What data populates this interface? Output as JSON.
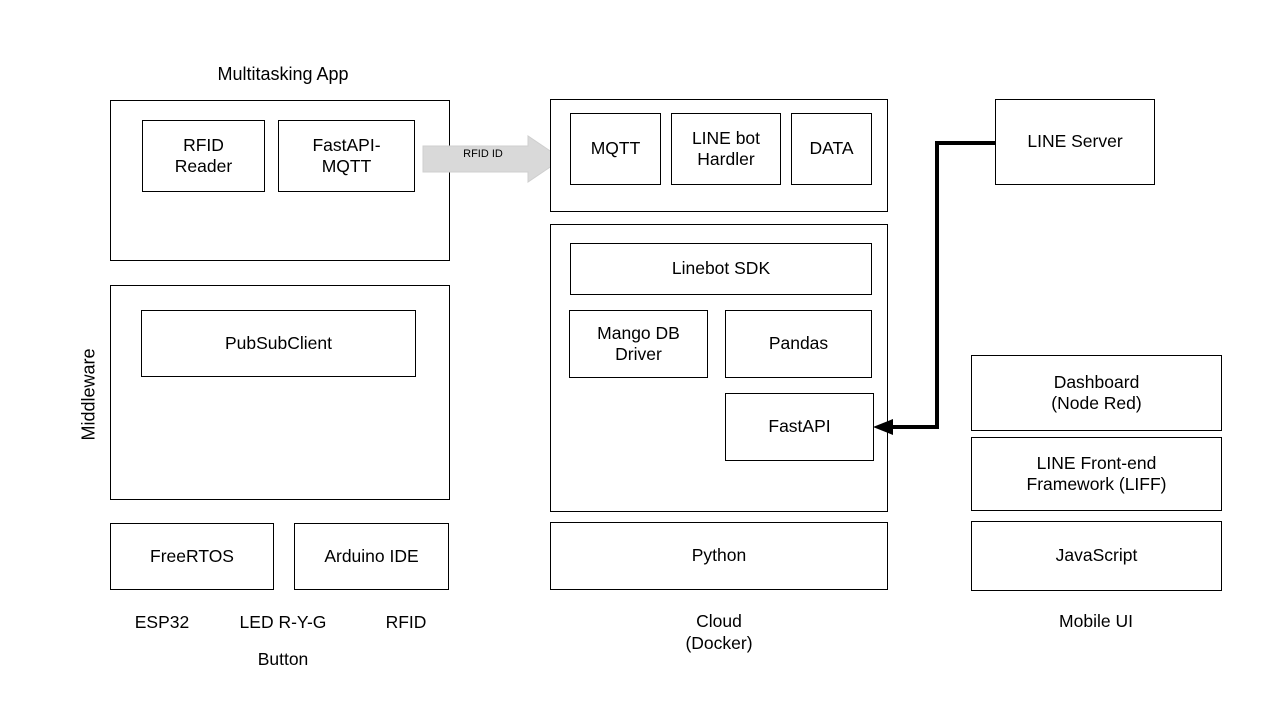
{
  "diagram": {
    "title_group_left": "Multitasking App",
    "vertical_label_middleware": "Middleware",
    "edge_label_rfid_id": "RFID ID",
    "boxes": {
      "rfid_reader": "RFID\nReader",
      "fastapi_mqtt": "FastAPI-\nMQTT",
      "pubsubclient": "PubSubClient",
      "freertos": "FreeRTOS",
      "arduino_ide": "Arduino IDE",
      "mqtt": "MQTT",
      "line_bot_hardler": "LINE bot\nHardler",
      "data": "DATA",
      "linebot_sdk": "Linebot SDK",
      "mango_db_driver": "Mango DB\nDriver",
      "pandas": "Pandas",
      "fastapi": "FastAPI",
      "python": "Python",
      "line_server": "LINE Server",
      "dashboard_node_red": "Dashboard\n(Node Red)",
      "liff": "LINE Front-end\nFramework (LIFF)",
      "javascript": "JavaScript"
    },
    "captions": {
      "esp32": "ESP32",
      "led_ryg": "LED R-Y-G",
      "rfid": "RFID",
      "button": "Button",
      "cloud_docker": "Cloud\n(Docker)",
      "mobile_ui": "Mobile UI"
    },
    "colors": {
      "stroke": "#000000",
      "fill": "#ffffff",
      "arrow_fill": "#d9d9d9",
      "arrow_stroke": "#bfbfbf",
      "connector": "#000000"
    }
  }
}
